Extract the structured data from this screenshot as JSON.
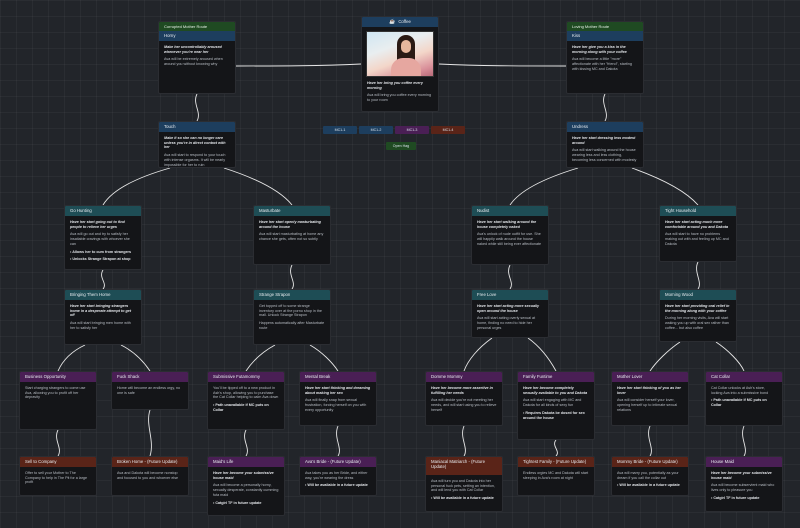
{
  "coffee": {
    "title": "Coffee",
    "icon": "coffee-cup-icon",
    "image": "woman-portrait-image",
    "bold": "Have her bring you coffee every morning",
    "text": "Ava will bring you coffee every morning to your room"
  },
  "routes": {
    "corrupted": "Corrupted Mother Route",
    "loving": "Loving Mother Route"
  },
  "horny": {
    "title": "Horny",
    "bold": "Make her uncontrollably aroused whenever you're near her",
    "text": "Ava will be extremely aroused when around you without knowing why"
  },
  "kiss": {
    "title": "Kiss",
    "bold": "Have her give you a kiss in the morning along with your coffee",
    "text": "Ava will become a little \"more\" affectionate with her \"friend\", starting with kissing MC and Dakota"
  },
  "chips": [
    "MC1-1",
    "MC1-2",
    "MC1-3",
    "MC1-4"
  ],
  "hide_chip": "Open Hag",
  "touch": {
    "title": "Touch",
    "bold": "Make it so she can no longer care unless you're in direct contact with her",
    "text": "Ava will start to respond to your touch with intense orgasms. It will be nearly impossible for her to ruin"
  },
  "undress": {
    "title": "Undress",
    "bold": "Have her start dressing less modest around",
    "text": "Ava will start walking around the house wearing less and less clothing, becoming less concerned with modesty"
  },
  "go_hunting": {
    "title": "Go Hunting",
    "bold": "Have her start going out to find people to relieve her urges",
    "text": "Ava will go out and try to satisfy her insatiable cravings with whoever she can",
    "bullets": [
      "Allows her to cum from strangers",
      "Unlocks Strange Strapon at shop"
    ]
  },
  "masturbate": {
    "title": "Masturbate",
    "bold": "Have her start openly masturbating around the house",
    "text": "Ava will start masturbating at home any chance she gets, often not so subtly"
  },
  "nudist": {
    "title": "Nudist",
    "bold": "Have her start walking around the house completely naked",
    "text": "Ava's unlock of nude outfit for use. She will happily walk around the house naked while still being ever affectionate"
  },
  "tight_household": {
    "title": "Tight Household",
    "bold": "Have her start acting much more comfortable around you and Dakota",
    "text": "Ava will start to have no problems making out with and feeling up MC and Dakota"
  },
  "bringing_them_home": {
    "title": "Bringing Them Home",
    "bold": "Have her start bringing strangers home in a desperate attempt to get off",
    "text": "Ava will start bringing men home with her to satisfy her"
  },
  "strange_strapon": {
    "title": "Strange Strapon",
    "text": "Get topped off to some strange inventory over at the porno shop in the mall. Unlock Strange Strapon",
    "text2": "Happens automatically after Masturbate route"
  },
  "free_love": {
    "title": "Free Love",
    "bold": "Have her start acting more sexually open around the house",
    "text": "Ava will start acting overly sexual at home, finding no need to hide her personal urges"
  },
  "morning_wood": {
    "title": "Morning Wood",
    "bold": "Have her start providing oral relief in the morning along with your coffee",
    "text": "During her morning visits, Ava will start waking you up with oral sex rather than coffee... but also coffee"
  },
  "business_opportunity": {
    "title": "Business Opportunity",
    "text": "Start charging strangers to come use Ava, allowing you to profit off her depravity"
  },
  "fuck_shack": {
    "title": "Fuck Shack",
    "text": "Home will become an endless orgy, no one is safe"
  },
  "submissive_futamommy": {
    "title": "Submissive Futamommy",
    "text": "You'll be tipped off to a new product in Ash's shop, allowing you to purchase the Cat Collar helping to calm Ava down",
    "bullets": [
      "Path unavailable if MC puts on Collar"
    ]
  },
  "mental_break": {
    "title": "Mental Break",
    "bold": "Have her start thinking and dreaming about making her sex",
    "text": "Ava will finally snap from sexual frustration, forcing herself on you with every opportunity"
  },
  "domme_mommy": {
    "title": "Domme Mommy",
    "bold": "Have her become more assertive in fulfilling her needs",
    "text": "Ava will decide you're not meeting her needs, and will start using you to relieve herself"
  },
  "family_funtime": {
    "title": "Family Funtime",
    "bold": "Have her become completely sexually available to you and Dakota",
    "text": "Ava will start engaging with MC and Dakota for all kinds of sexy fun",
    "bullets": [
      "Requires Dakota be dosed for sex around the house"
    ]
  },
  "mother_lover": {
    "title": "Mother Lover",
    "bold": "Have her start thinking of you as her lover",
    "text": "Ava will consider herself your lover, opening herself up to intimate sexual relations"
  },
  "cat_collar": {
    "title": "Cat Collar",
    "text": "Cat Collar unlocks at Ash's store, locking Ava into a submissive bond",
    "bullets": [
      "Path unavailable if MC puts on Collar"
    ]
  },
  "sell_to_company": {
    "title": "Sell to Company",
    "text": "Offer to sell your Mother to The Company to help in The Pit for a large profit"
  },
  "broken_home": {
    "title": "Broken Home - (Future Update)",
    "text": "Ava and Dakota will become nonstop and focused to you and whoever else"
  },
  "maids_life": {
    "title": "Maid's Life",
    "bold": "Have her become your submissive house maid",
    "text": "Ava will become a personally horny, sexually desperate, constantly cumming futa maid",
    "bullets": [
      "Catgirl TF in future update"
    ]
  },
  "avas_bride_1": {
    "title": "Ava's Bride - (Future Update)",
    "text": "Ava takes you as her Bride, and either way, you're wearing the dress",
    "bullets": [
      "Will be available in a future update"
    ]
  },
  "maniacal_matriarch": {
    "title": "Maniacal Matriarch - (Future Update)",
    "text": "Ava will turn you and Dakota into her personal fuck pets, setting an intention, and will lend you with Cat Collar",
    "bullets": [
      "Will be available in a future update"
    ]
  },
  "tightest_family": {
    "title": "Tightest Family - (Future Update)",
    "text": "Endless orgies MC and Dakota will start sleeping in Ava's room at night"
  },
  "mommy_bride": {
    "title": "Mommy Bride - (Future Update)",
    "text": "Ava will marry you, potentially as your dream if you call the collar out",
    "bullets": [
      "Will be available in a future update"
    ]
  },
  "house_maid": {
    "title": "House Maid",
    "bold": "Have her become your submissive house maid",
    "text": "Ava will become subservient maid who lives only to pleasure you",
    "bullets": [
      "Catgirl TF in future update"
    ]
  },
  "colors": {
    "background": "#22252a",
    "node": "#141518",
    "teal": "#1e4d55",
    "navy": "#1d3e5e",
    "purple": "#4a1f55",
    "darkred": "#5a2418",
    "green": "#1f4a22",
    "edge": "#e6e6e6"
  }
}
